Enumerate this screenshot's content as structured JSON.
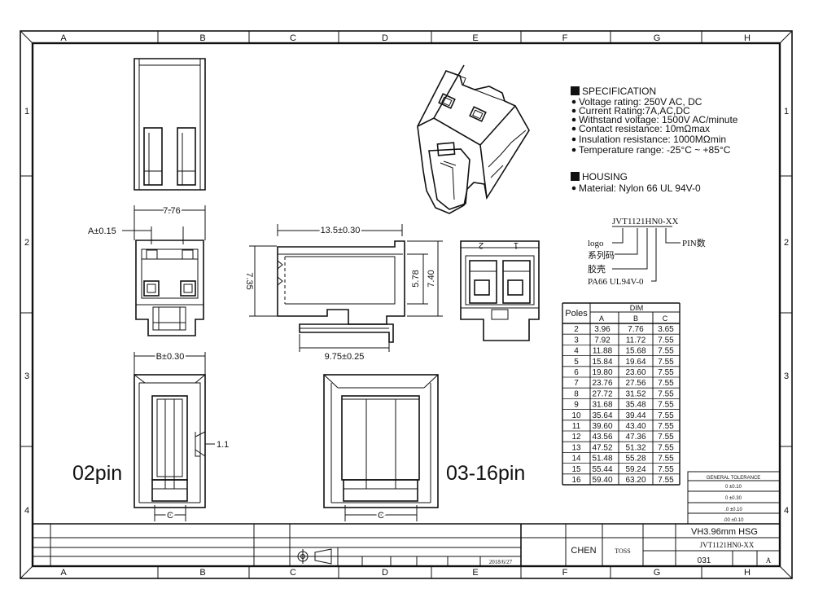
{
  "frame": {
    "columns": [
      "A",
      "B",
      "C",
      "D",
      "E",
      "F",
      "G",
      "H"
    ],
    "rows": [
      "1",
      "2",
      "3",
      "4"
    ]
  },
  "specification": {
    "title": "SPECIFICATION",
    "items": [
      "Voltage rating: 250V AC, DC",
      "Current Rating:7A,AC,DC",
      "Withstand voltage: 1500V AC/minute",
      "Contact resistance: 10mΩmax",
      "Insulation resistance: 1000MΩmin",
      "Temperature range: -25°C ~ +85°C"
    ]
  },
  "housing": {
    "title": "HOUSING",
    "material": "Material: Nylon 66 UL 94V-0"
  },
  "part_code": {
    "code": "JVT1121HN0-XX",
    "labels": [
      "logo",
      "系列码",
      "胶壳",
      "PA66 UL94V-0",
      "PIN数"
    ]
  },
  "dimensions": {
    "top_width": "7.76",
    "tolerance_a": "A±0.15",
    "length": "13.5±0.30",
    "height_left": "7.35",
    "height_mid": "5.78",
    "height_right": "7.40",
    "pin_length": "9.75±0.25",
    "width_b": "B±0.30",
    "edge": "1.1",
    "dim_c_left": "C",
    "dim_c_right": "C",
    "end_view_pins": [
      "2",
      "1"
    ]
  },
  "view_labels": {
    "two_pin": "02pin",
    "multi_pin": "03-16pin"
  },
  "table": {
    "poles_header": "Poles",
    "dim_header": "DIM",
    "columns": [
      "A",
      "B",
      "C"
    ],
    "rows": [
      [
        "2",
        "3.96",
        "7.76",
        "3.65"
      ],
      [
        "3",
        "7.92",
        "11.72",
        "7.55"
      ],
      [
        "4",
        "11.88",
        "15.68",
        "7.55"
      ],
      [
        "5",
        "15.84",
        "19.64",
        "7.55"
      ],
      [
        "6",
        "19.80",
        "23.60",
        "7.55"
      ],
      [
        "7",
        "23.76",
        "27.56",
        "7.55"
      ],
      [
        "8",
        "27.72",
        "31.52",
        "7.55"
      ],
      [
        "9",
        "31.68",
        "35.48",
        "7.55"
      ],
      [
        "10",
        "35.64",
        "39.44",
        "7.55"
      ],
      [
        "11",
        "39.60",
        "43.40",
        "7.55"
      ],
      [
        "12",
        "43.56",
        "47.36",
        "7.55"
      ],
      [
        "13",
        "47.52",
        "51.32",
        "7.55"
      ],
      [
        "14",
        "51.48",
        "55.28",
        "7.55"
      ],
      [
        "15",
        "55.44",
        "59.24",
        "7.55"
      ],
      [
        "16",
        "59.40",
        "63.20",
        "7.55"
      ]
    ]
  },
  "tolerance_box": {
    "title": "GENERAL TOLERANCE",
    "rows": [
      "0  ±0.10",
      "0  ±0.30",
      ".0  ±0.10",
      ".00  ±0.10"
    ]
  },
  "title_block": {
    "drawn_by": "CHEN",
    "checked": "TOSS",
    "date": "2018/6/27",
    "title": "VH3.96mm   HSG",
    "part_no": "JVT1121HN0-XX",
    "sheet": "031",
    "revision": "A"
  }
}
